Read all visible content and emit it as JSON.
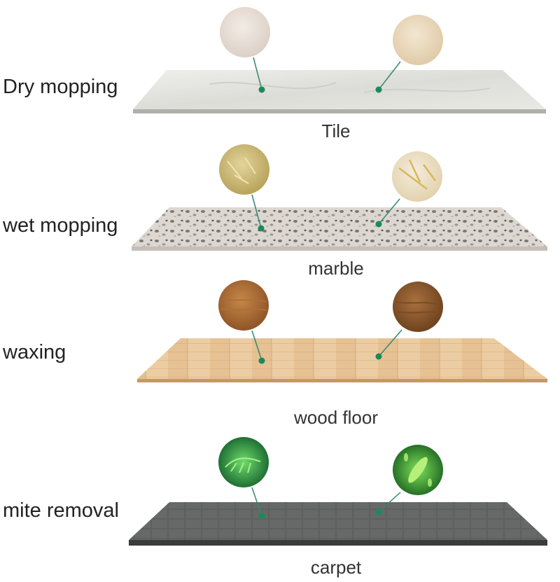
{
  "sections": [
    {
      "mode": "Dry mopping",
      "floor": "Tile",
      "colors": {
        "top": "#e9e9e6",
        "edge": "#a9a9a4",
        "swatch1": "#e6ddd4",
        "swatch2": "#eadbc2"
      }
    },
    {
      "mode": "wet mopping",
      "floor": "marble",
      "colors": {
        "top": "#dcd6d2",
        "edge": "#c9c3bf",
        "swatch1": "#c9b778",
        "swatch2": "#e8dcc0"
      }
    },
    {
      "mode": "waxing",
      "floor": "wood floor",
      "colors": {
        "top": "#e8c79c",
        "edge": "#c79765",
        "swatch1": "#a86a36",
        "swatch2": "#8b5a30"
      }
    },
    {
      "mode": "mite removal",
      "floor": "carpet",
      "colors": {
        "top": "#5f6060",
        "edge": "#3a3b3b",
        "swatch1": "#1d7a3e",
        "swatch2": "#2c8b2f"
      }
    }
  ],
  "accent_color": "#1b8a5a",
  "line_color": "#2f8a6e"
}
